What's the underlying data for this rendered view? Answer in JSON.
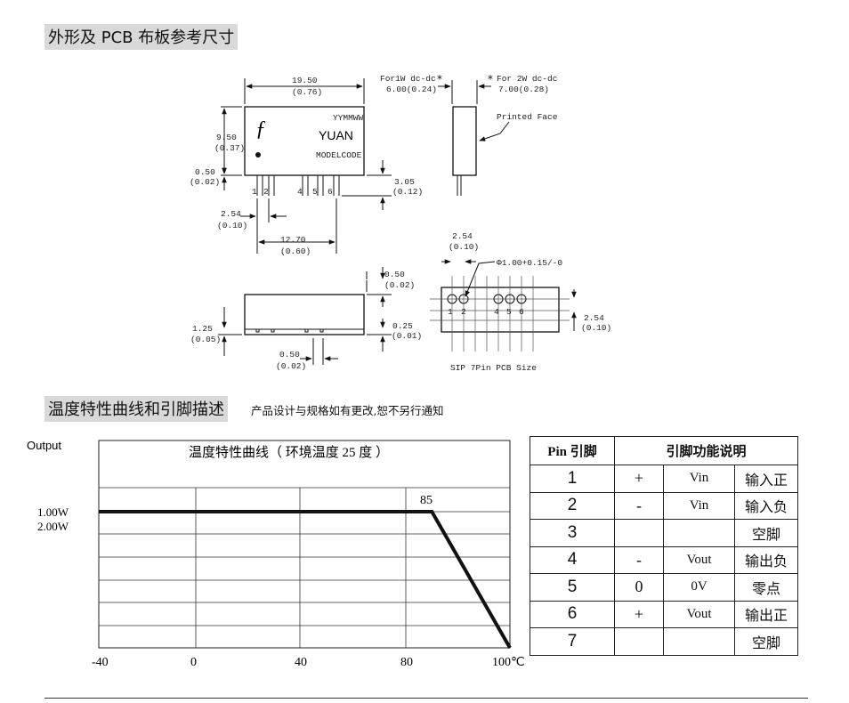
{
  "sections": {
    "outline_title": "外形及 PCB 布板参考尺寸",
    "curve_title": "温度特性曲线和引脚描述",
    "note": "产品设计与规格如有更改,恕不另行通知"
  },
  "drawing": {
    "top_width": "19.50",
    "top_width_in": "(0.76)",
    "height": "9.50",
    "height_in": "(0.37)",
    "standoff": "0.50",
    "standoff_in": "(0.02)",
    "pin_len": "3.05",
    "pin_len_in": "(0.12)",
    "pitch": "2.54",
    "pitch_in": "(0.10)",
    "span": "12.70",
    "span_in": "(0.60)",
    "for1w": "For1W dc-dc",
    "for1w_dim": "6.00(0.24)",
    "for2w": "For 2W dc-dc",
    "for2w_dim": "7.00(0.28)",
    "printed_face": "Printed Face",
    "logo_brand": "YUAN",
    "logo_date": "YYMMWW",
    "logo_model": "MODELCODE",
    "pin_labels": [
      "1",
      "2",
      "4",
      "5",
      "6"
    ],
    "side_top": "0.50",
    "side_top_in": "(0.02)",
    "side_left": "1.25",
    "side_left_in": "(0.05)",
    "side_right": "0.25",
    "side_right_in": "(0.01)",
    "side_bottom": "0.50",
    "side_bottom_in": "(0.02)",
    "pcb_pitch": "2.54",
    "pcb_pitch_in": "(0.10)",
    "pcb_hole": "Φ1.00+0.15/-0",
    "pcb_row": "2.54",
    "pcb_row_in": "(0.10)",
    "pcb_caption": "SIP 7Pin  PCB Size"
  },
  "chart_data": {
    "type": "line",
    "title": "温度特性曲线（ 环境温度 25 度 ）",
    "ylabel": "Output",
    "y_tick_labels": [
      "1.00W",
      "2.00W"
    ],
    "x_tick_labels": [
      "-40",
      "0",
      "40",
      "80",
      "100℃"
    ],
    "xlim": [
      -40,
      100
    ],
    "annotation": "85",
    "series": [
      {
        "x": [
          -40,
          85,
          100
        ],
        "y": [
          100,
          100,
          0
        ]
      }
    ],
    "ylim": [
      0,
      100
    ],
    "grid": true
  },
  "pin_table": {
    "header_pin": "Pin 引脚",
    "header_func": "引脚功能说明",
    "rows": [
      {
        "pin": "1",
        "sign": "+",
        "name": "Vin",
        "desc": "输入正"
      },
      {
        "pin": "2",
        "sign": "-",
        "name": "Vin",
        "desc": "输入负"
      },
      {
        "pin": "3",
        "sign": "",
        "name": "",
        "desc": "空脚"
      },
      {
        "pin": "4",
        "sign": "-",
        "name": "Vout",
        "desc": "输出负"
      },
      {
        "pin": "5",
        "sign": "0",
        "name": "0V",
        "desc": "零点"
      },
      {
        "pin": "6",
        "sign": "+",
        "name": "Vout",
        "desc": "输出正"
      },
      {
        "pin": "7",
        "sign": "",
        "name": "",
        "desc": "空脚"
      }
    ]
  }
}
